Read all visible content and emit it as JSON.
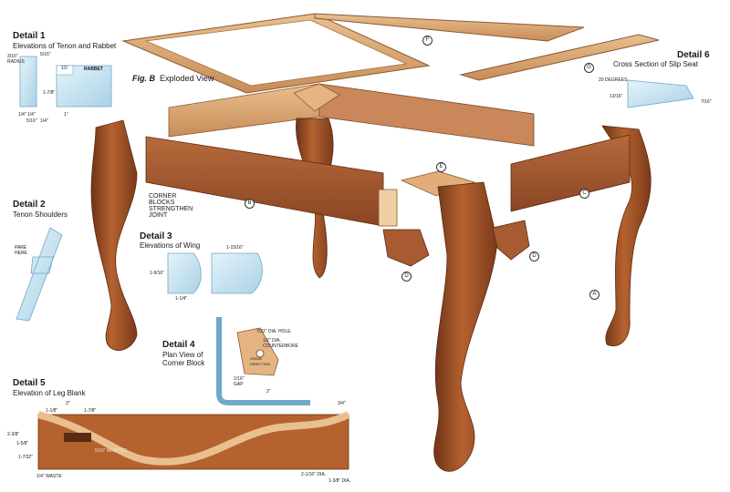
{
  "figure": {
    "label": "Fig. B",
    "caption": "Exploded View"
  },
  "parts": {
    "a": "A",
    "b": "B",
    "c": "C",
    "d": "D",
    "e": "E",
    "f": "F",
    "g": "G"
  },
  "annotations": {
    "corner_blocks": [
      "CORNER",
      "BLOCKS",
      "STRENGTHEN",
      "JOINT"
    ]
  },
  "details": {
    "d1": {
      "title": "Detail 1",
      "subtitle": "Elevations of Tenon and Rabbet",
      "labels": {
        "radius_a": "3/16\"",
        "radius_b": "RADIUS",
        "top": "5/16\"",
        "half": "1/2",
        "rabbet": "RABBET",
        "len": "1-7/8\"",
        "b1": "1/4\"",
        "b2": "1/4\"",
        "b3": "5/16\"",
        "b4": "1/4\"",
        "b5": "1\""
      }
    },
    "d2": {
      "title": "Detail 2",
      "subtitle": "Tenon Shoulders",
      "labels": {
        "pare": "PARE",
        "here": "HERE"
      }
    },
    "d3": {
      "title": "Detail 3",
      "subtitle": "Elevations of Wing",
      "labels": {
        "h": "1-9/16\"",
        "w": "1-1/4\"",
        "w2": "1-15/16\""
      }
    },
    "d4": {
      "title": "Detail 4",
      "subtitle1": "Plan View of",
      "subtitle2": "Corner Block",
      "labels": {
        "hole": "7/32\" DIA. HOLE",
        "cb1": "1/2\" DIA.",
        "cb2": "COUNTERBORE",
        "grain1": "GRAIN",
        "grain2": "DIRECTION",
        "gap1": "1/16\"",
        "gap2": "GAP",
        "two": "2\""
      }
    },
    "d5": {
      "title": "Detail 5",
      "subtitle": "Elevation of Leg Blank",
      "labels": {
        "three": "3\"",
        "a": "1-1/8\"",
        "b": "1-7/8\"",
        "h": "2-3/8\"",
        "c": "1-5/8\"",
        "d": "3/4\"",
        "e": "1-7/32\"",
        "mortise": "5/16\" MORTISE",
        "waste": "1/4\" WASTE",
        "dia1": "2-1/16\" DIA.",
        "dia2": "1-3/8\" DIA."
      }
    },
    "d6": {
      "title": "Detail 6",
      "subtitle": "Cross Section of Slip Seat",
      "labels": {
        "deg": "20 DEGREES",
        "h": "13/16\"",
        "w": "7/16\""
      }
    }
  },
  "colors": {
    "wood_dark": "#8a4523",
    "wood_mid": "#b0623a",
    "wood_light": "#d9a06e",
    "blueprint": "#c7e3f0",
    "blue_line": "#6fa9c8"
  }
}
